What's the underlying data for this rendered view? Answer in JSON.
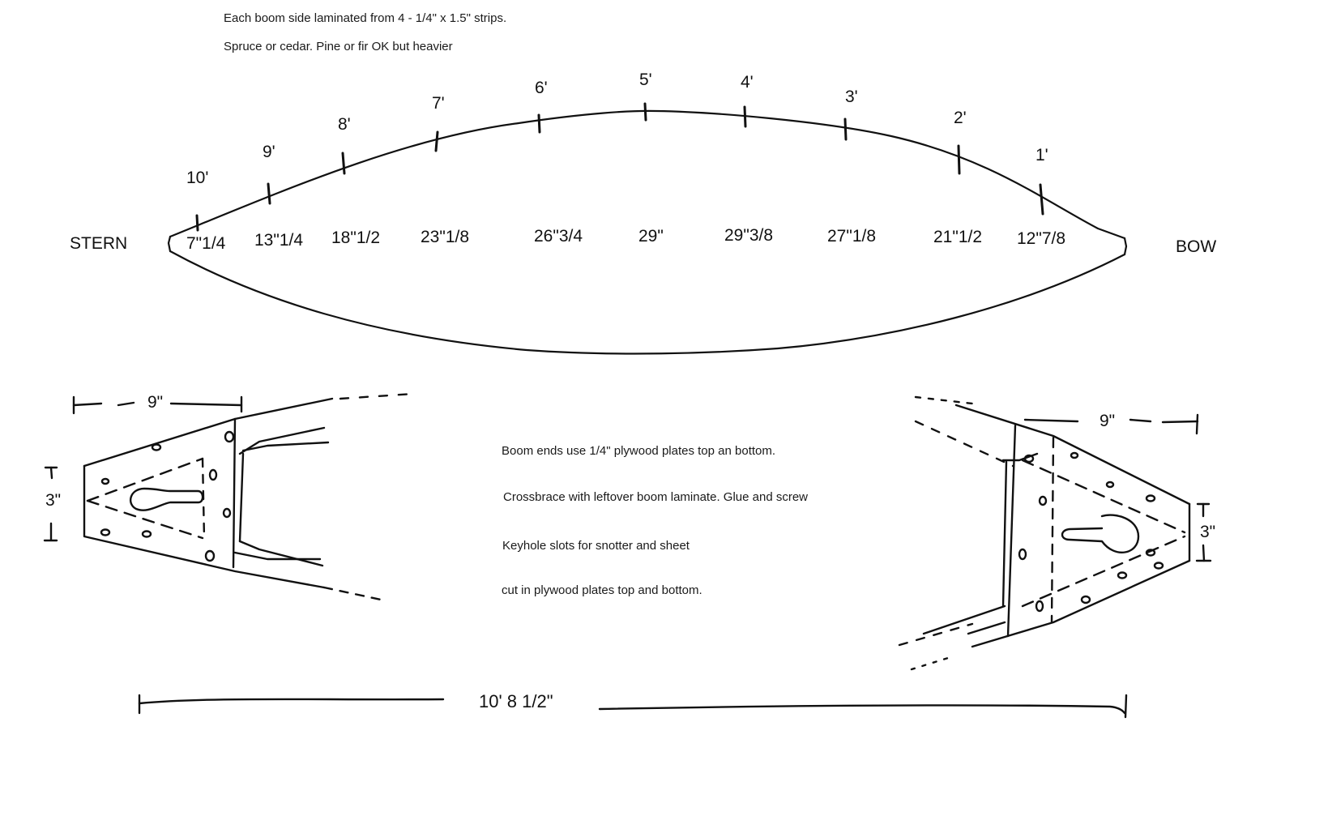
{
  "notes": {
    "line1": "Each boom side laminated from 4 - 1/4\" x 1.5\"  strips.",
    "line2": "Spruce or cedar. Pine or fir OK but heavier",
    "boom_ends": "Boom ends use 1/4\" plywood plates top an bottom.",
    "crossbrace": "Crossbrace with leftover boom laminate. Glue and screw",
    "keyhole": "Keyhole slots for snotter and sheet",
    "cut": "cut in plywood plates top and bottom."
  },
  "ends": {
    "stern": "STERN",
    "bow": "BOW"
  },
  "stations": [
    {
      "foot": "10'",
      "width": "7\"1/4"
    },
    {
      "foot": "9'",
      "width": "13\"1/4"
    },
    {
      "foot": "8'",
      "width": "18\"1/2"
    },
    {
      "foot": "7'",
      "width": "23\"1/8"
    },
    {
      "foot": "6'",
      "width": "26\"3/4"
    },
    {
      "foot": "5'",
      "width": "29\""
    },
    {
      "foot": "4'",
      "width": "29\"3/8"
    },
    {
      "foot": "3'",
      "width": "27\"1/8"
    },
    {
      "foot": "2'",
      "width": "21\"1/2"
    },
    {
      "foot": "1'",
      "width": "12\"7/8"
    }
  ],
  "details": {
    "left_length": "9\"",
    "left_height": "3\"",
    "right_length": "9\"",
    "right_height": "3\""
  },
  "overall_length": "10'  8 1/2\""
}
